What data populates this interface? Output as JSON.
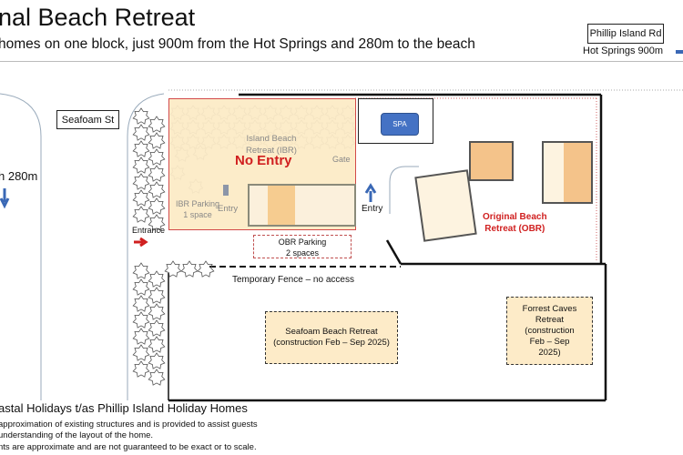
{
  "header": {
    "title": "nal Beach Retreat",
    "subtitle": "homes on one block, just 900m from the Hot Springs and 280m to the beach"
  },
  "roads": {
    "main_road": "Phillip Island Rd",
    "hot_springs": "Hot Springs 900m",
    "side_street": "Seafoam St",
    "beach": "h 280m"
  },
  "ibr": {
    "name_line1": "Island Beach",
    "name_line2": "Retreat (IBR)",
    "no_entry": "No Entry",
    "gate": "Gate",
    "parking_line1": "IBR Parking",
    "parking_line2": "1 space",
    "entry": "Entry"
  },
  "spa": {
    "label": "SPA"
  },
  "obr": {
    "entry": "Entry",
    "name_line1": "Original Beach",
    "name_line2": "Retreat (OBR)",
    "parking_line1": "OBR Parking",
    "parking_line2": "2 spaces"
  },
  "site": {
    "entrance": "Entrance",
    "fence": "Temporary Fence – no access"
  },
  "seafoam": {
    "line1": "Seafoam Beach Retreat",
    "line2": "(construction Feb – Sep 2025)"
  },
  "forrest": {
    "line1": "Forrest Caves",
    "line2": "Retreat",
    "line3": "(construction",
    "line4": "Feb – Sep",
    "line5": "2025)"
  },
  "footer": {
    "company": "astal Holidays t/as Phillip Island Holiday Homes",
    "note1": "approximation of existing structures and is provided to assist guests",
    "note2": "understanding of the layout of the home.",
    "note3": "nts are approximate and are not guaranteed to be exact or to scale."
  },
  "colors": {
    "no_entry": "#d01f1f",
    "ibr_fill": "#fcebc7",
    "arrow_blue": "#3a68b5",
    "spa": "#4472c4",
    "entrance_arrow": "#d01f1f"
  }
}
